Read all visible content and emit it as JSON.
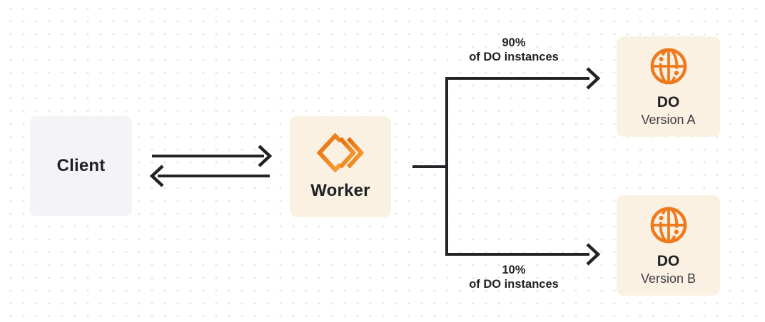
{
  "nodes": {
    "client": {
      "label": "Client"
    },
    "worker": {
      "label": "Worker"
    },
    "do_a": {
      "title": "DO",
      "subtitle": "Version A"
    },
    "do_b": {
      "title": "DO",
      "subtitle": "Version B"
    }
  },
  "labels": {
    "branch_a": {
      "percent": "90%",
      "caption": "of DO instances"
    },
    "branch_b": {
      "percent": "10%",
      "caption": "of DO instances"
    }
  },
  "icons": {
    "worker": "workers-chevrons-icon",
    "do_a": "globe-icon",
    "do_b": "globe-icon"
  },
  "colors": {
    "accent_orange": "#EE7A1D",
    "box_cream": "#FBF1E3",
    "box_gray": "#F4F4F6",
    "stroke_dark": "#222326",
    "text_dark": "#1F2124",
    "text_gray": "#3E3E42",
    "dot_gray": "#E6E6EA"
  }
}
